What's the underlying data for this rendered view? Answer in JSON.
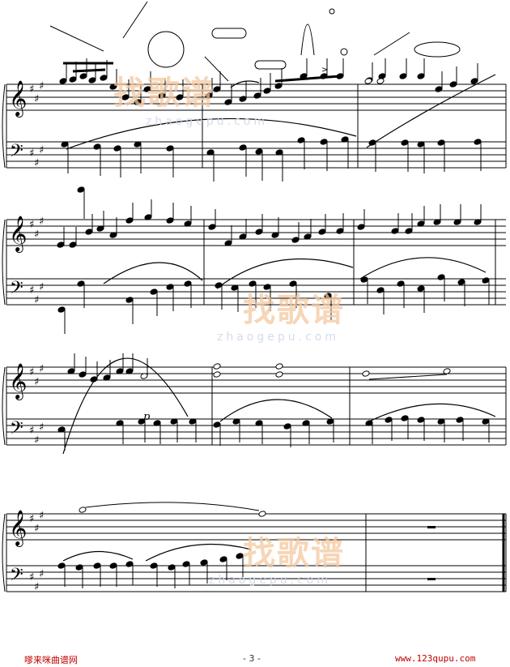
{
  "watermark": {
    "brand_cn": "找歌谱",
    "brand_url": "zhaogepu.com"
  },
  "footer": {
    "site_name": "嗲来咪曲谱网",
    "page_number": "- 3 -",
    "site_url": "www.123qupu.com"
  },
  "score": {
    "key_signature": "A major (3 sharps)",
    "systems": 4,
    "dynamic_marking": "p",
    "accent_marking": ">",
    "staff_color": "#000000",
    "watermark_color": "#f4a460"
  }
}
